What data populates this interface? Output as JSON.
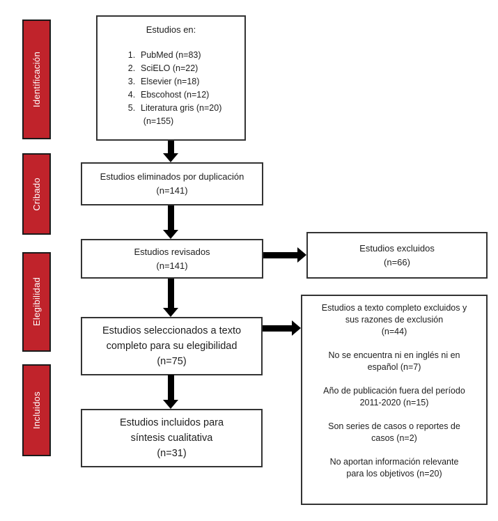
{
  "palette": {
    "stage_red": "#c0232b",
    "box_border": "#333333",
    "text": "#1d1d1d",
    "arrow_black": "#000000"
  },
  "stages": [
    {
      "label": "Identificación"
    },
    {
      "label": "Cribado"
    },
    {
      "label": "Elegibilidad"
    },
    {
      "label": "Incluidos"
    }
  ],
  "boxes": {
    "sources": {
      "title": "Estudios en:",
      "items": [
        {
          "num": "1.",
          "label": "PubMed (n=83)"
        },
        {
          "num": "2.",
          "label": "SciELO (n=22)"
        },
        {
          "num": "3.",
          "label": "Elsevier (n=18)"
        },
        {
          "num": "4.",
          "label": "Ebscohost (n=12)"
        },
        {
          "num": "5.",
          "label": "Literatura gris (n=20)"
        }
      ],
      "total": "(n=155)"
    },
    "duplicates": {
      "text": "Estudios eliminados por duplicación\n(n=141)"
    },
    "reviewed": {
      "text": "Estudios revisados\n(n=141)"
    },
    "excluded": {
      "text": "Estudios excluidos\n(n=66)"
    },
    "fulltext": {
      "text": "Estudios seleccionados a texto\ncompleto para su elegibilidad\n(n=75)"
    },
    "exclusion_reasons": {
      "text": "Estudios a texto completo excluidos y\nsus razones de exclusión\n(n=44)\n\nNo se encuentra ni en inglés ni en\nespañol (n=7)\n\nAño de publicación fuera del período\n2011-2020 (n=15)\n\nSon series de casos o reportes de\ncasos (n=2)\n\nNo aportan información relevante\npara los objetivos (n=20)"
    },
    "included": {
      "text": "Estudios incluidos para\nsíntesis cualitativa\n(n=31)"
    }
  }
}
